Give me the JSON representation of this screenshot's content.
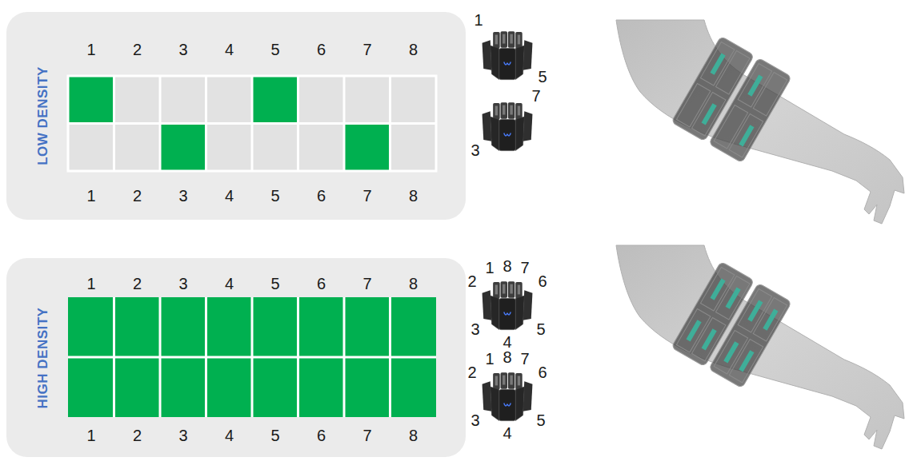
{
  "diagram": {
    "nodes": [
      {
        "text": [
          "LOW DENSITY"
        ]
      },
      {
        "text": [
          "HIGH DENSITY"
        ]
      }
    ],
    "labels": [
      "1",
      "2",
      "3",
      "4",
      "5",
      "6",
      "7",
      "8",
      "1",
      "2",
      "3",
      "4",
      "5",
      "6",
      "7",
      "8",
      "1",
      "5",
      "7",
      "3",
      "1",
      "2",
      "3",
      "4",
      "5",
      "6",
      "7",
      "8",
      "1",
      "2",
      "3",
      "4",
      "5",
      "6",
      "7",
      "8",
      "2",
      "1",
      "8",
      "7",
      "6",
      "3",
      "4",
      "5",
      "2",
      "1",
      "8",
      "7",
      "6",
      "3",
      "4",
      "5"
    ]
  }
}
